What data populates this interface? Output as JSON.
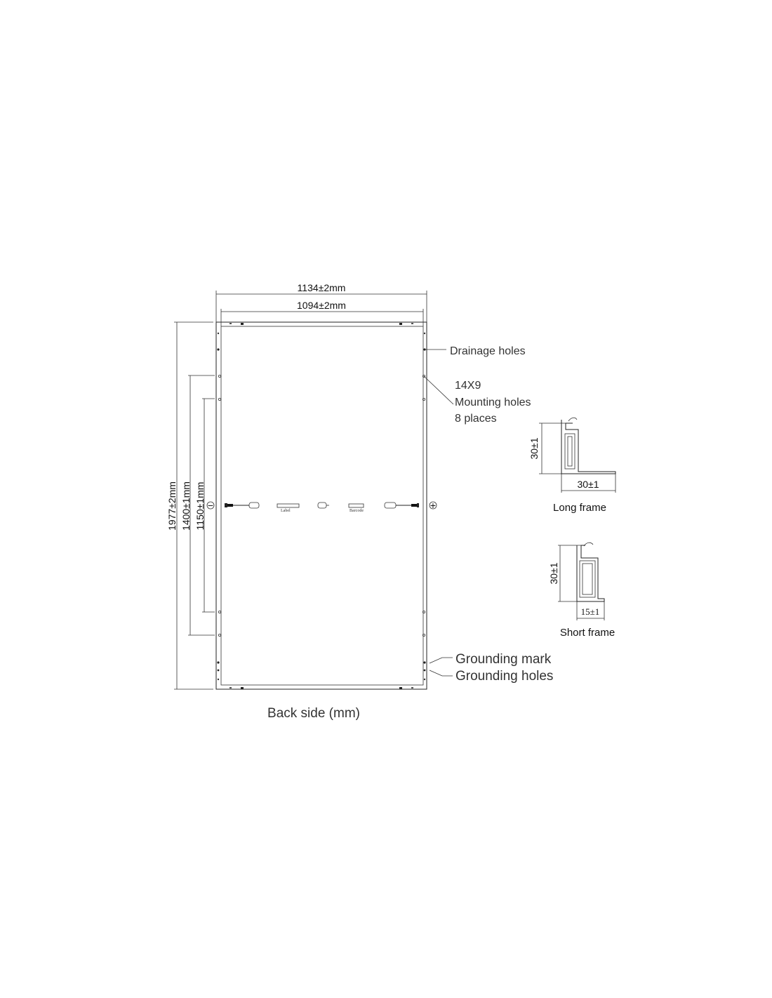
{
  "dimensions": {
    "overall_width": "1134±2mm",
    "inner_width": "1094±2mm",
    "overall_length": "1977±2mm",
    "mounting_span_outer": "1400±1mm",
    "mounting_span_inner": "1150±1mm"
  },
  "callouts": {
    "drainage": "Drainage holes",
    "mounting_line1": "14X9",
    "mounting_line2": "Mounting holes",
    "mounting_line3": "8 places",
    "grounding_mark": "Grounding mark",
    "grounding_holes": "Grounding holes"
  },
  "cable": {
    "minus_sign": "−",
    "plus_sign": "+",
    "label_tag": "Label",
    "barcode_tag": "Barcode"
  },
  "long_frame": {
    "height": "30±1",
    "width": "30±1",
    "caption": "Long frame"
  },
  "short_frame": {
    "height": "30±1",
    "width": "15±1",
    "caption": "Short frame"
  },
  "caption": "Back side (mm)"
}
